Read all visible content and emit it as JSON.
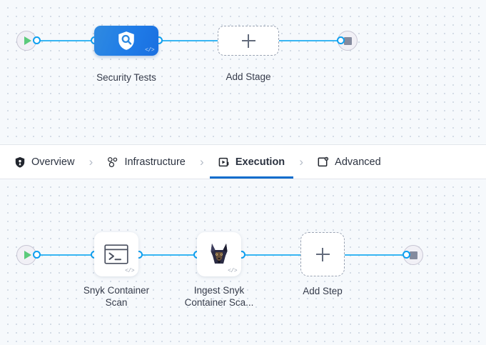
{
  "stage_graph": {
    "start_node": {
      "name": "pipeline-start",
      "icon": "play-icon"
    },
    "end_node": {
      "name": "pipeline-end",
      "icon": "stop-icon"
    },
    "nodes": [
      {
        "id": "security-tests",
        "label": "Security Tests",
        "icon": "shield-search-icon",
        "badge": "</>",
        "type": "stage"
      },
      {
        "id": "add-stage",
        "label": "Add Stage",
        "icon": "plus-icon",
        "type": "add"
      }
    ]
  },
  "tabs": {
    "items": [
      {
        "id": "overview",
        "label": "Overview",
        "icon": "shield-icon",
        "active": false
      },
      {
        "id": "infrastructure",
        "label": "Infrastructure",
        "icon": "infrastructure-nodes-icon",
        "active": false
      },
      {
        "id": "execution",
        "label": "Execution",
        "icon": "execution-play-box-icon",
        "active": true
      },
      {
        "id": "advanced",
        "label": "Advanced",
        "icon": "advanced-gear-card-icon",
        "active": false
      }
    ],
    "separator": "›",
    "active_color": "#0b6ccc"
  },
  "step_graph": {
    "start_node": {
      "name": "execution-start",
      "icon": "play-icon"
    },
    "end_node": {
      "name": "execution-end",
      "icon": "stop-icon"
    },
    "nodes": [
      {
        "id": "snyk-container-scan",
        "label": "Snyk Container\nScan",
        "label_line1": "Snyk Container",
        "label_line2": "Scan",
        "icon": "terminal-icon",
        "badge": "</>",
        "type": "step"
      },
      {
        "id": "ingest-snyk-container-scan",
        "label": "Ingest Snyk\nContainer Sca...",
        "label_line1": "Ingest Snyk",
        "label_line2": "Container Sca...",
        "icon": "doberman-icon",
        "badge": "</>",
        "type": "step"
      },
      {
        "id": "add-step",
        "label": "Add Step",
        "icon": "plus-icon",
        "type": "add"
      }
    ]
  },
  "colors": {
    "canvas_bg": "#f6f9fc",
    "wire": "#38b6f3",
    "stage_blue": "#1f7ce8",
    "accent": "#0b6ccc"
  }
}
